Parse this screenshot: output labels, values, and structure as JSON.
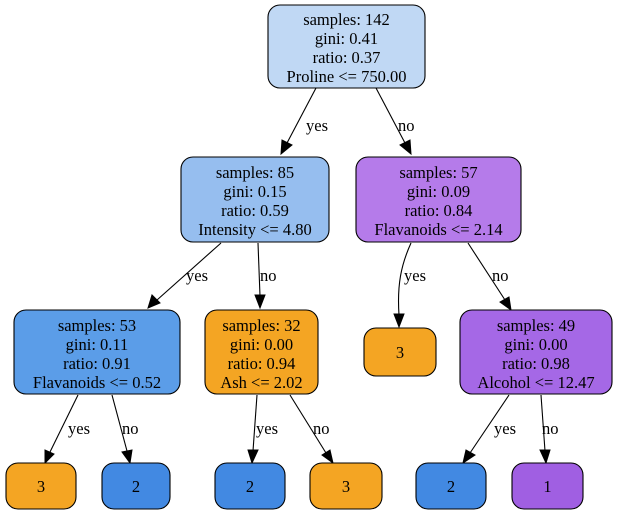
{
  "colors": {
    "root": "#c0d8f4",
    "class2_light": "#96beef",
    "class2": "#5b9de8",
    "class2_dark": "#4289e2",
    "class3": "#f4a523",
    "class1_light": "#b57bea",
    "class1": "#a568e6",
    "class1_dark": "#a05fe2"
  },
  "nodes": {
    "root": {
      "lines": [
        "samples: 142",
        "gini: 0.41",
        "ratio: 0.37",
        "Proline <= 750.00"
      ]
    },
    "n1": {
      "lines": [
        "samples: 85",
        "gini: 0.15",
        "ratio: 0.59",
        "Intensity <= 4.80"
      ]
    },
    "n2": {
      "lines": [
        "samples: 57",
        "gini: 0.09",
        "ratio: 0.84",
        "Flavanoids <= 2.14"
      ]
    },
    "n3": {
      "lines": [
        "samples: 53",
        "gini: 0.11",
        "ratio: 0.91",
        "Flavanoids <= 0.52"
      ]
    },
    "n4": {
      "lines": [
        "samples: 32",
        "gini: 0.00",
        "ratio: 0.94",
        "Ash <= 2.02"
      ]
    },
    "leaf_n2_yes": {
      "label": "3"
    },
    "n6": {
      "lines": [
        "samples: 49",
        "gini: 0.00",
        "ratio: 0.98",
        "Alcohol <= 12.47"
      ]
    },
    "leaf_n3_yes": {
      "label": "3"
    },
    "leaf_n3_no": {
      "label": "2"
    },
    "leaf_n4_yes": {
      "label": "2"
    },
    "leaf_n4_no": {
      "label": "3"
    },
    "leaf_n6_yes": {
      "label": "2"
    },
    "leaf_n6_no": {
      "label": "1"
    }
  },
  "edges": {
    "yes": "yes",
    "no": "no"
  }
}
